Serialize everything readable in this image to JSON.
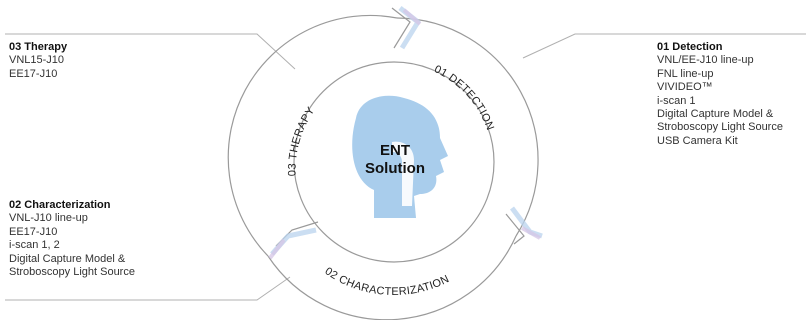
{
  "center": {
    "line1": "ENT",
    "line2": "Solution"
  },
  "ring_labels": {
    "detection": "01 DETECTION",
    "characterization": "02 CHARACTERIZATION",
    "therapy": "03 THERAPY"
  },
  "panels": {
    "therapy": {
      "title": "03 Therapy",
      "items": [
        "VNL15-J10",
        "EE17-J10"
      ]
    },
    "detection": {
      "title": "01 Detection",
      "items": [
        "VNL/EE-J10 line-up",
        "FNL line-up",
        "VIVIDEO™",
        "i-scan 1",
        "Digital Capture Model &",
        "Stroboscopy Light Source",
        "USB Camera Kit"
      ]
    },
    "characterization": {
      "title": "02 Characterization",
      "items": [
        "VNL-J10 line-up",
        "EE17-J10",
        "i-scan 1, 2",
        "Digital Capture Model &",
        "Stroboscopy Light Source"
      ]
    }
  },
  "colors": {
    "ring_stroke": "#9a9a9a",
    "head_fill": "#a9cdec",
    "connector": "#b0b0b0",
    "arrow_blue": "#b9d3ee",
    "arrow_lavender": "#d6c6e6"
  },
  "icons": {
    "center": "head-profile-icon"
  }
}
